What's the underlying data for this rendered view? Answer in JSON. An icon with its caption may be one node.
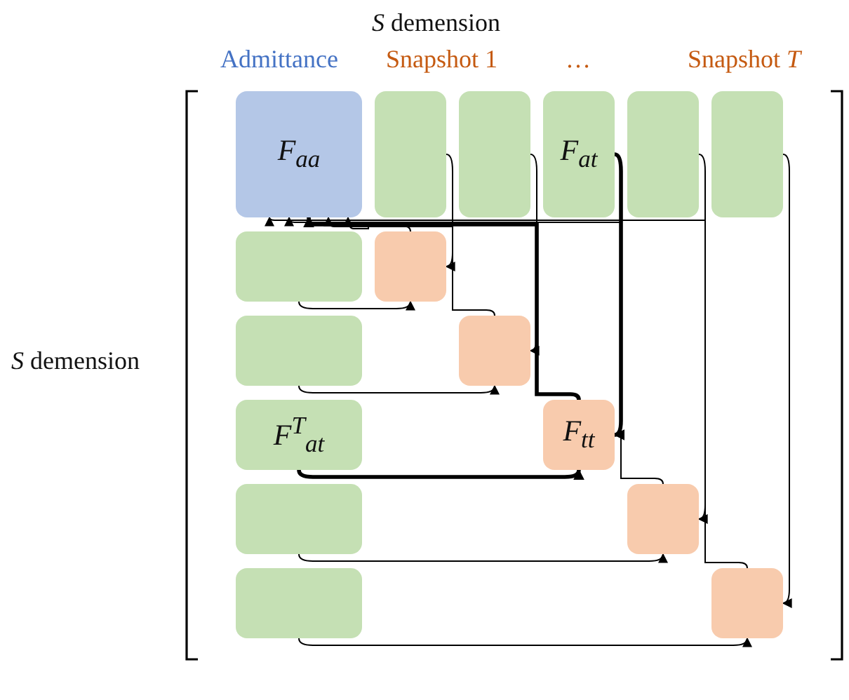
{
  "diagram": {
    "nodes": [
      {
        "text": [
          "F$_{aa}$"
        ]
      },
      {
        "text": [],
        "shape": "box"
      },
      {
        "text": [],
        "shape": "box"
      },
      {
        "text": [
          "F$_{at}$"
        ]
      },
      {
        "text": [],
        "shape": "box"
      },
      {
        "text": [],
        "shape": "box"
      },
      {
        "text": [],
        "shape": "box"
      },
      {
        "text": [],
        "shape": "box"
      },
      {
        "text": [],
        "shape": "box"
      },
      {
        "text": [],
        "shape": "box"
      },
      {
        "text": [
          "F$^{T}$$_{at}$"
        ]
      },
      {
        "text": [
          "F$_{tt}$"
        ]
      },
      {
        "text": [],
        "shape": "box"
      },
      {
        "text": [],
        "shape": "box"
      },
      {
        "text": [],
        "shape": "box"
      },
      {
        "text": [],
        "shape": "box"
      }
    ],
    "edges": [
      {
        "from": 1,
        "to": 7,
        "arrow": "to"
      },
      {
        "from": 2,
        "to": 9,
        "arrow": "to"
      },
      {
        "from": 3,
        "to": 11,
        "arrow": "to",
        "style": "thick"
      },
      {
        "from": 4,
        "to": 13,
        "arrow": "to"
      },
      {
        "from": 5,
        "to": 15,
        "arrow": "to"
      },
      {
        "from": 6,
        "to": 7,
        "arrow": "to"
      },
      {
        "from": 8,
        "to": 9,
        "arrow": "to"
      },
      {
        "from": 10,
        "to": 11,
        "arrow": "to",
        "style": "thick"
      },
      {
        "from": 12,
        "to": 13,
        "arrow": "to"
      },
      {
        "from": 14,
        "to": 15,
        "arrow": "to"
      },
      {
        "from": 7,
        "to": 0,
        "arrow": "to"
      },
      {
        "from": 9,
        "to": 0,
        "arrow": "to"
      },
      {
        "from": 11,
        "to": 0,
        "arrow": "to",
        "style": "thick"
      },
      {
        "from": 13,
        "to": 0,
        "arrow": "to"
      },
      {
        "from": 15,
        "to": 0,
        "arrow": "to"
      }
    ],
    "labels": [
      "*S* demension",
      "Admittance",
      "Snapshot 1",
      "…",
      "Snapshot *T*",
      "*S* demension"
    ]
  }
}
